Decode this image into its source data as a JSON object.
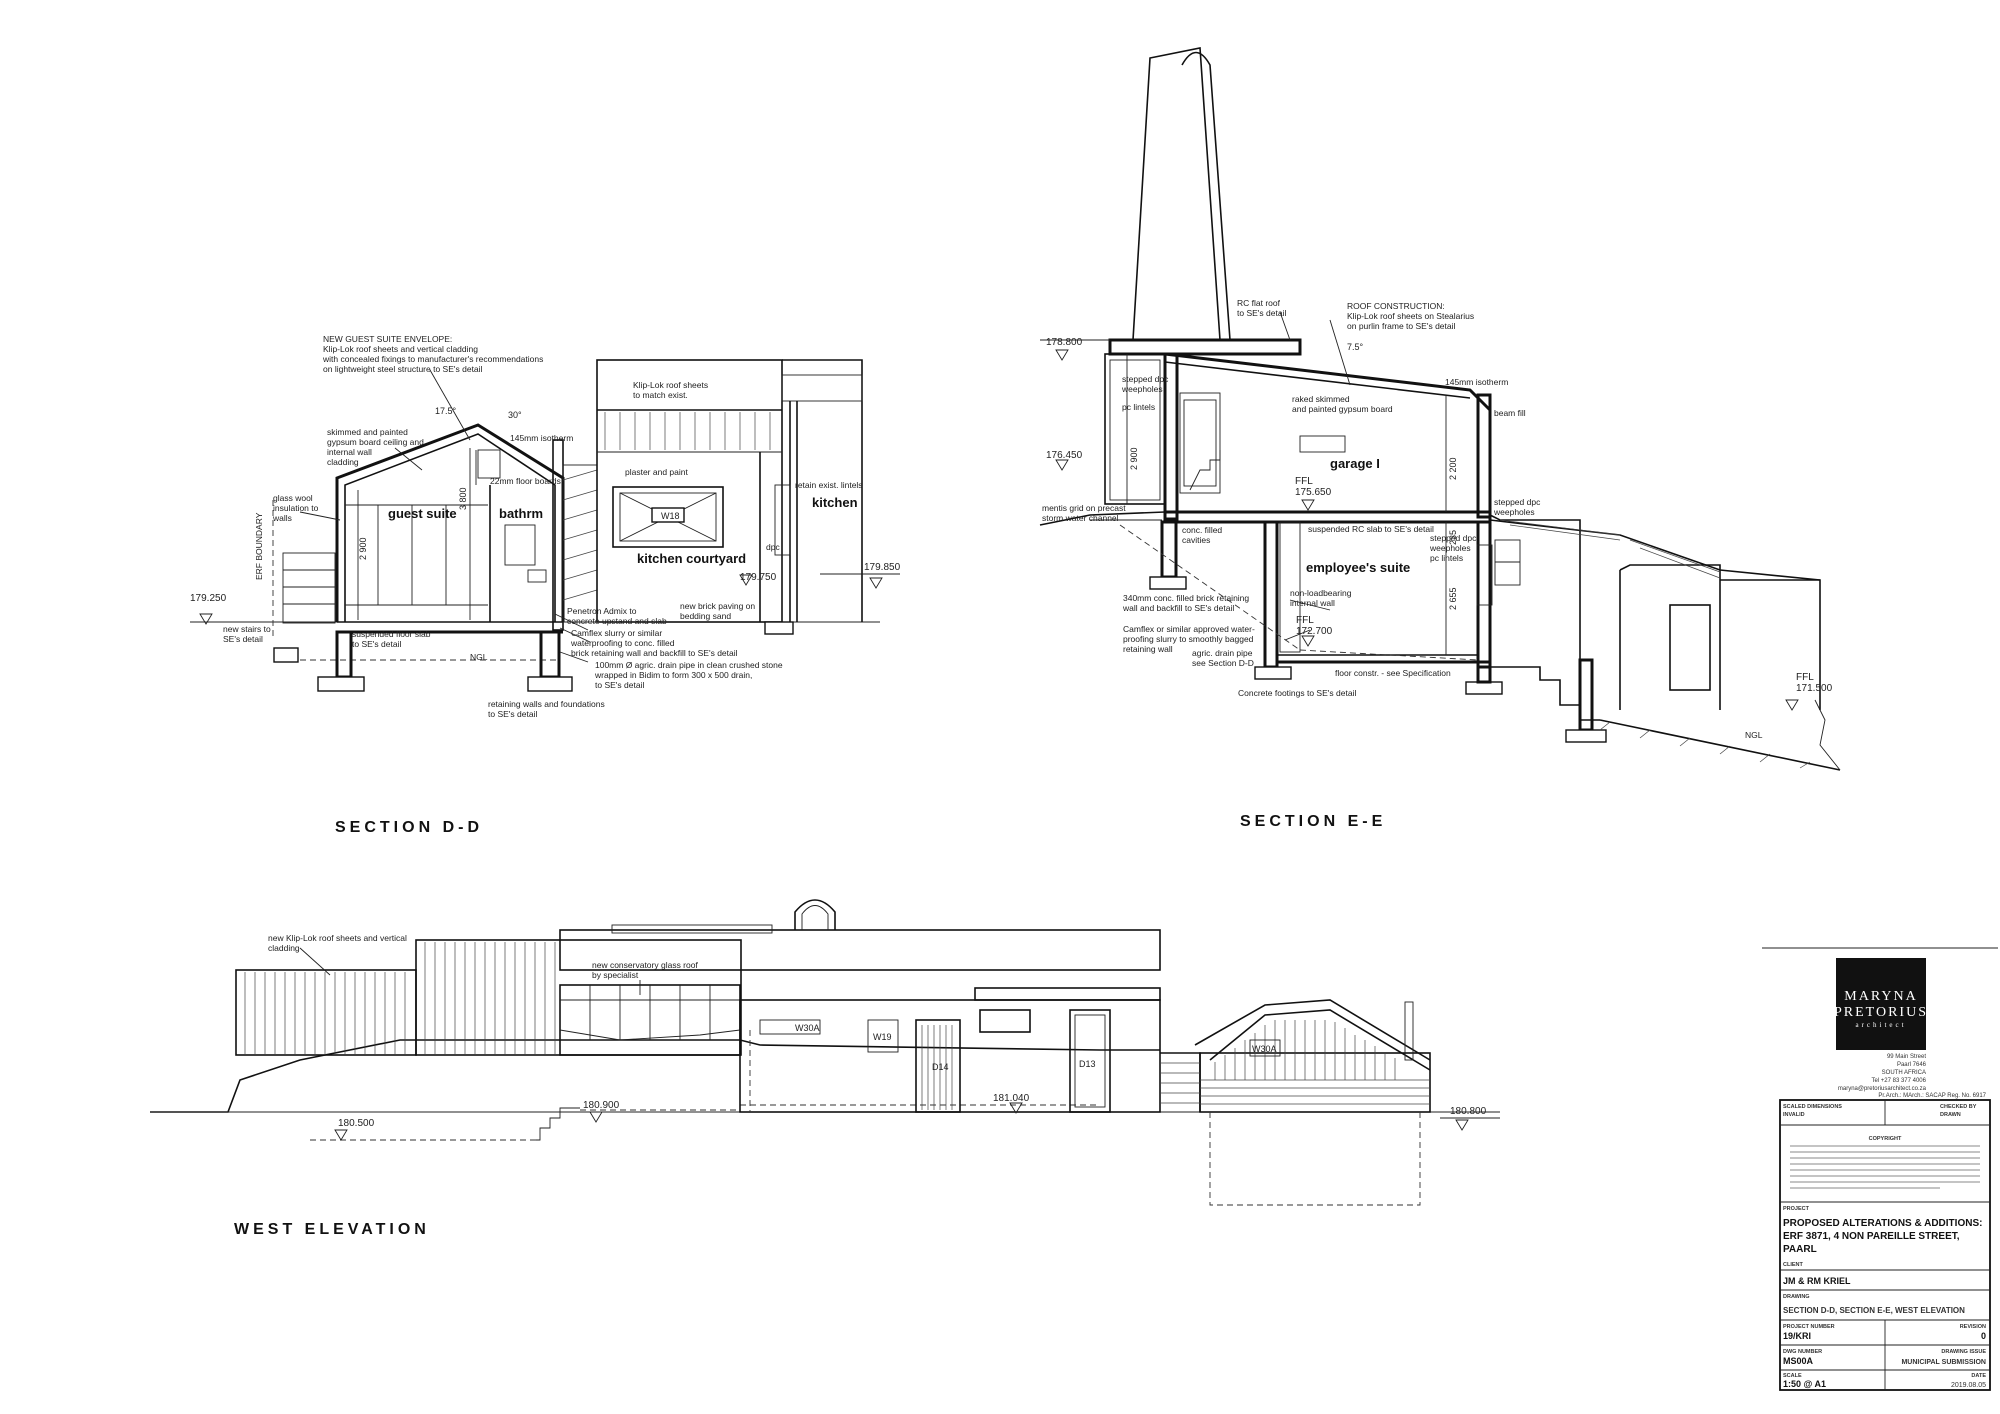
{
  "titles": {
    "section_dd": "SECTION D-D",
    "section_ee": "SECTION E-E",
    "west_elevation": "WEST ELEVATION"
  },
  "dd": {
    "envelope_note": [
      "NEW GUEST SUITE ENVELOPE:",
      "Klip-Lok roof sheets and vertical cladding",
      "with concealed fixings to manufacturer's recommendations",
      "on lightweight steel structure to SE's detail"
    ],
    "ceiling_note": [
      "skimmed and painted",
      "gypsum board ceiling and",
      "internal wall",
      "cladding"
    ],
    "glass_wool": [
      "glass wool",
      "insulation to",
      "walls"
    ],
    "angle1": "17.5°",
    "angle2": "30°",
    "isotherm": "145mm isotherm",
    "floorboards": "22mm floor boards",
    "roof_sheets": [
      "Klip-Lok roof sheets",
      "to match exist."
    ],
    "plaster": "plaster and paint",
    "retain": "retain exist. lintels",
    "dpc": "dpc",
    "erf_boundary": "ERF BOUNDARY",
    "room_guest": "guest suite",
    "room_bath": "bathrm",
    "room_courtyard": "kitchen courtyard",
    "room_kitchen": "kitchen",
    "window": "W18",
    "dim_2900": "2 900",
    "dim_3800": "3 800",
    "lvl_179250": "179.250",
    "lvl_179750": "179.750",
    "lvl_179850": "179.850",
    "stairs": [
      "new stairs to",
      "SE's detail"
    ],
    "slab": [
      "suspended floor slab",
      "to SE's detail"
    ],
    "ngl": "NGL",
    "penetron": [
      "Penetron Admix to",
      "concrete upstand and slab"
    ],
    "camflex": [
      "Camflex slurry or similar",
      "waterproofing to conc. filled",
      "brick retaining wall and backfill to SE's detail"
    ],
    "agric": [
      "100mm Ø agric. drain pipe in clean crushed stone",
      "wrapped in Bidim to form 300 x 500 drain,",
      "to SE's detail"
    ],
    "paving": [
      "new brick paving on",
      "bedding sand"
    ],
    "retaining": [
      "retaining walls and foundations",
      "to SE's detail"
    ]
  },
  "ee": {
    "rc_roof": [
      "RC flat roof",
      "to SE's detail"
    ],
    "roof_constr": [
      "ROOF CONSTRUCTION:",
      "Klip-Lok roof sheets on Stealarius",
      "on purlin frame to SE's detail"
    ],
    "angle": "7.5°",
    "isotherm": "145mm isotherm",
    "lvl_178800": "178.800",
    "lvl_176450": "176.450",
    "stepped1": [
      "stepped dpc",
      "weepholes"
    ],
    "pc_lintels": "pc lintels",
    "raked": [
      "raked skimmed",
      "and painted gypsum board"
    ],
    "beam": "beam fill",
    "dim_2900": "2 900",
    "dim_2200": "2 200",
    "room_garage": "garage I",
    "ffl1_label": "FFL",
    "ffl1_val": "175.650",
    "mentis": [
      "mentis grid on precast",
      "storm water channel"
    ],
    "stepped2": [
      "stepped dpc",
      "weepholes"
    ],
    "conc_filled": [
      "conc. filled",
      "cavities"
    ],
    "susp_slab": "suspended RC slab to SE's detail",
    "stepped3": [
      "stepped dpc",
      "weepholes",
      "pc lintels"
    ],
    "room_employee": "employee's suite",
    "dim_235": "235",
    "dim_2655": "2 655",
    "brick_ret": [
      "340mm conc. filled brick retaining",
      "wall and backfill to SE's detail"
    ],
    "nonload": [
      "non-loadbearing",
      "internal wall"
    ],
    "camflex": [
      "Camflex or similar approved water-",
      "proofing slurry to smoothly bagged",
      "retaining wall"
    ],
    "ffl2_label": "FFL",
    "ffl2_val": "172.700",
    "agric": [
      "agric. drain pipe",
      "see Section D-D"
    ],
    "floor_constr": "floor constr. - see Specification",
    "footings": "Concrete footings to SE's detail",
    "ffl3_label": "FFL",
    "ffl3_val": "171.500",
    "ngl": "NGL"
  },
  "we": {
    "cladding": [
      "new Klip-Lok roof sheets and vertical",
      "cladding"
    ],
    "glass_roof": [
      "new conservatory glass roof",
      "by specialist"
    ],
    "w30a_1": "W30A",
    "w19": "W19",
    "d14": "D14",
    "d13": "D13",
    "w30a_2": "W30A",
    "lvl_180500": "180.500",
    "lvl_180900": "180.900",
    "lvl_181040": "181.040",
    "lvl_180800": "180.800"
  },
  "titleblock": {
    "logo_line1": "MARYNA",
    "logo_line2": "PRETORIUS",
    "logo_line3": "architect",
    "address": [
      "99 Main Street",
      "Paarl 7646",
      "SOUTH AFRICA",
      "Tel +27 83 377 4006",
      "maryna@pretoriusarchitect.co.za",
      "Pr.Arch.: MArch.: SACAP Reg. No. 6917"
    ],
    "top_left_label": "SCALED DIMENSIONS",
    "top_left_sub": "INVALID",
    "top_right_label": "CHECKED BY",
    "top_right_sub": "DRAWN",
    "copyright": "COPYRIGHT",
    "project_label": "PROJECT",
    "project": [
      "PROPOSED ALTERATIONS & ADDITIONS:",
      "ERF 3871, 4 NON PAREILLE STREET,",
      "PAARL"
    ],
    "client_label": "CLIENT",
    "client": "JM & RM KRIEL",
    "drawing_label": "DRAWING",
    "drawing": "SECTION D-D, SECTION E-E, WEST ELEVATION",
    "projno_label": "PROJECT NUMBER",
    "projno": "19/KRI",
    "revision_label": "REVISION",
    "revision": "0",
    "dwgno_label": "DWG NUMBER",
    "dwgno": "MS00A",
    "issue_label": "DRAWING ISSUE",
    "issue": "MUNICIPAL SUBMISSION",
    "scale_label": "SCALE",
    "scale": "1:50 @ A1",
    "date_label": "DATE",
    "date": "2019.08.05"
  }
}
